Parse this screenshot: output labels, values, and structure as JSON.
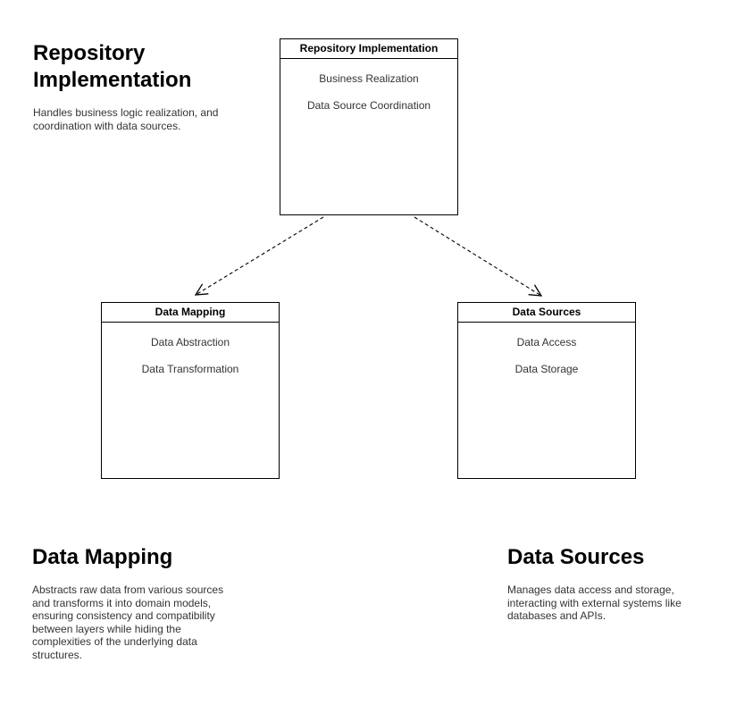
{
  "diagram": {
    "nodes": [
      {
        "id": "repository-implementation",
        "title": "Repository Implementation",
        "items": [
          "Business Realization",
          "Data Source Coordination"
        ]
      },
      {
        "id": "data-mapping",
        "title": "Data Mapping",
        "items": [
          "Data Abstraction",
          "Data Transformation"
        ]
      },
      {
        "id": "data-sources",
        "title": "Data Sources",
        "items": [
          "Data Access",
          "Data Storage"
        ]
      }
    ],
    "edges": [
      {
        "from": "repository-implementation",
        "to": "data-mapping",
        "style": "dashed-open-arrow"
      },
      {
        "from": "repository-implementation",
        "to": "data-sources",
        "style": "dashed-open-arrow"
      }
    ]
  },
  "annotations": [
    {
      "title": "Repository Implementation",
      "body": "Handles business logic realization, and\ncoordination with data sources."
    },
    {
      "title": "Data Mapping",
      "body": "Abstracts raw data from various sources\nand transforms it into domain models,\nensuring consistency and compatibility\nbetween layers while hiding the\ncomplexities of the underlying data\nstructures."
    },
    {
      "title": "Data Sources",
      "body": "Manages data access and storage,\ninteracting with external systems like\ndatabases and APIs."
    }
  ],
  "colors": {
    "background": "#ffffff",
    "stroke": "#000000",
    "heading_text": "#000000",
    "body_text": "#333333"
  }
}
